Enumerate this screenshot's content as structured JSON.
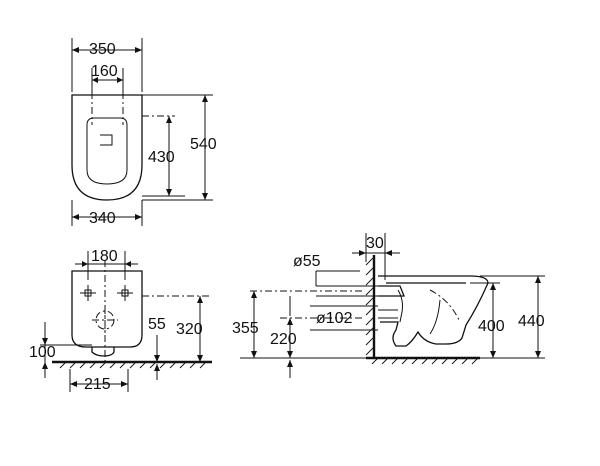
{
  "top_view": {
    "width_outer": "350",
    "fixing_spacing": "160",
    "depth_fixing": "430",
    "length_total": "540",
    "width_lower": "340"
  },
  "front_view": {
    "fixing_spacing": "180",
    "floor_height": "100",
    "inlet_height": "55",
    "rim_height": "320",
    "outlet_offset": "215"
  },
  "side_view": {
    "wall_offset": "30",
    "inlet_diameter": "ø55",
    "outlet_diameter": "ø102",
    "inlet_height": "355",
    "outlet_height": "220",
    "bowl_height": "400",
    "total_height": "440"
  }
}
